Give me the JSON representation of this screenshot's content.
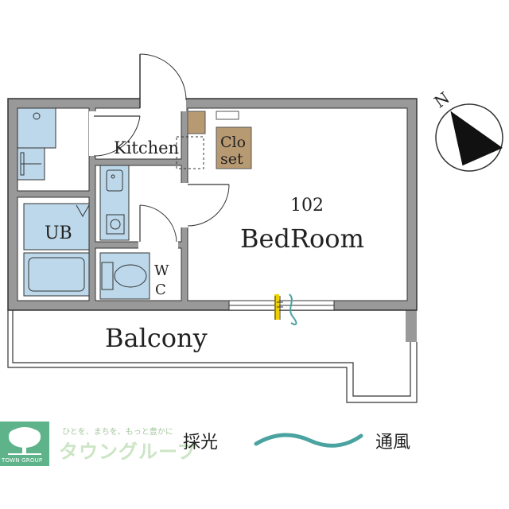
{
  "plan": {
    "rooms": {
      "kitchen": "Kitchen",
      "closet_line1": "Clo",
      "closet_line2": "set",
      "room_number": "102",
      "bedroom": "BedRoom",
      "ub": "UB",
      "wc_line1": "W",
      "wc_line2": "C",
      "balcony": "Balcony"
    },
    "compass": {
      "north_label": "N"
    }
  },
  "legend": {
    "daylight_label": "採光",
    "ventilation_label": "通風",
    "ventilation_color": "#4aa3a0",
    "daylight_color": "#f0d000"
  },
  "logo": {
    "tagline": "ひとを、まちを、もっと豊かに",
    "brand": "タウングループ",
    "caption": "TOWN GROUP",
    "color": "#5fb38a"
  }
}
